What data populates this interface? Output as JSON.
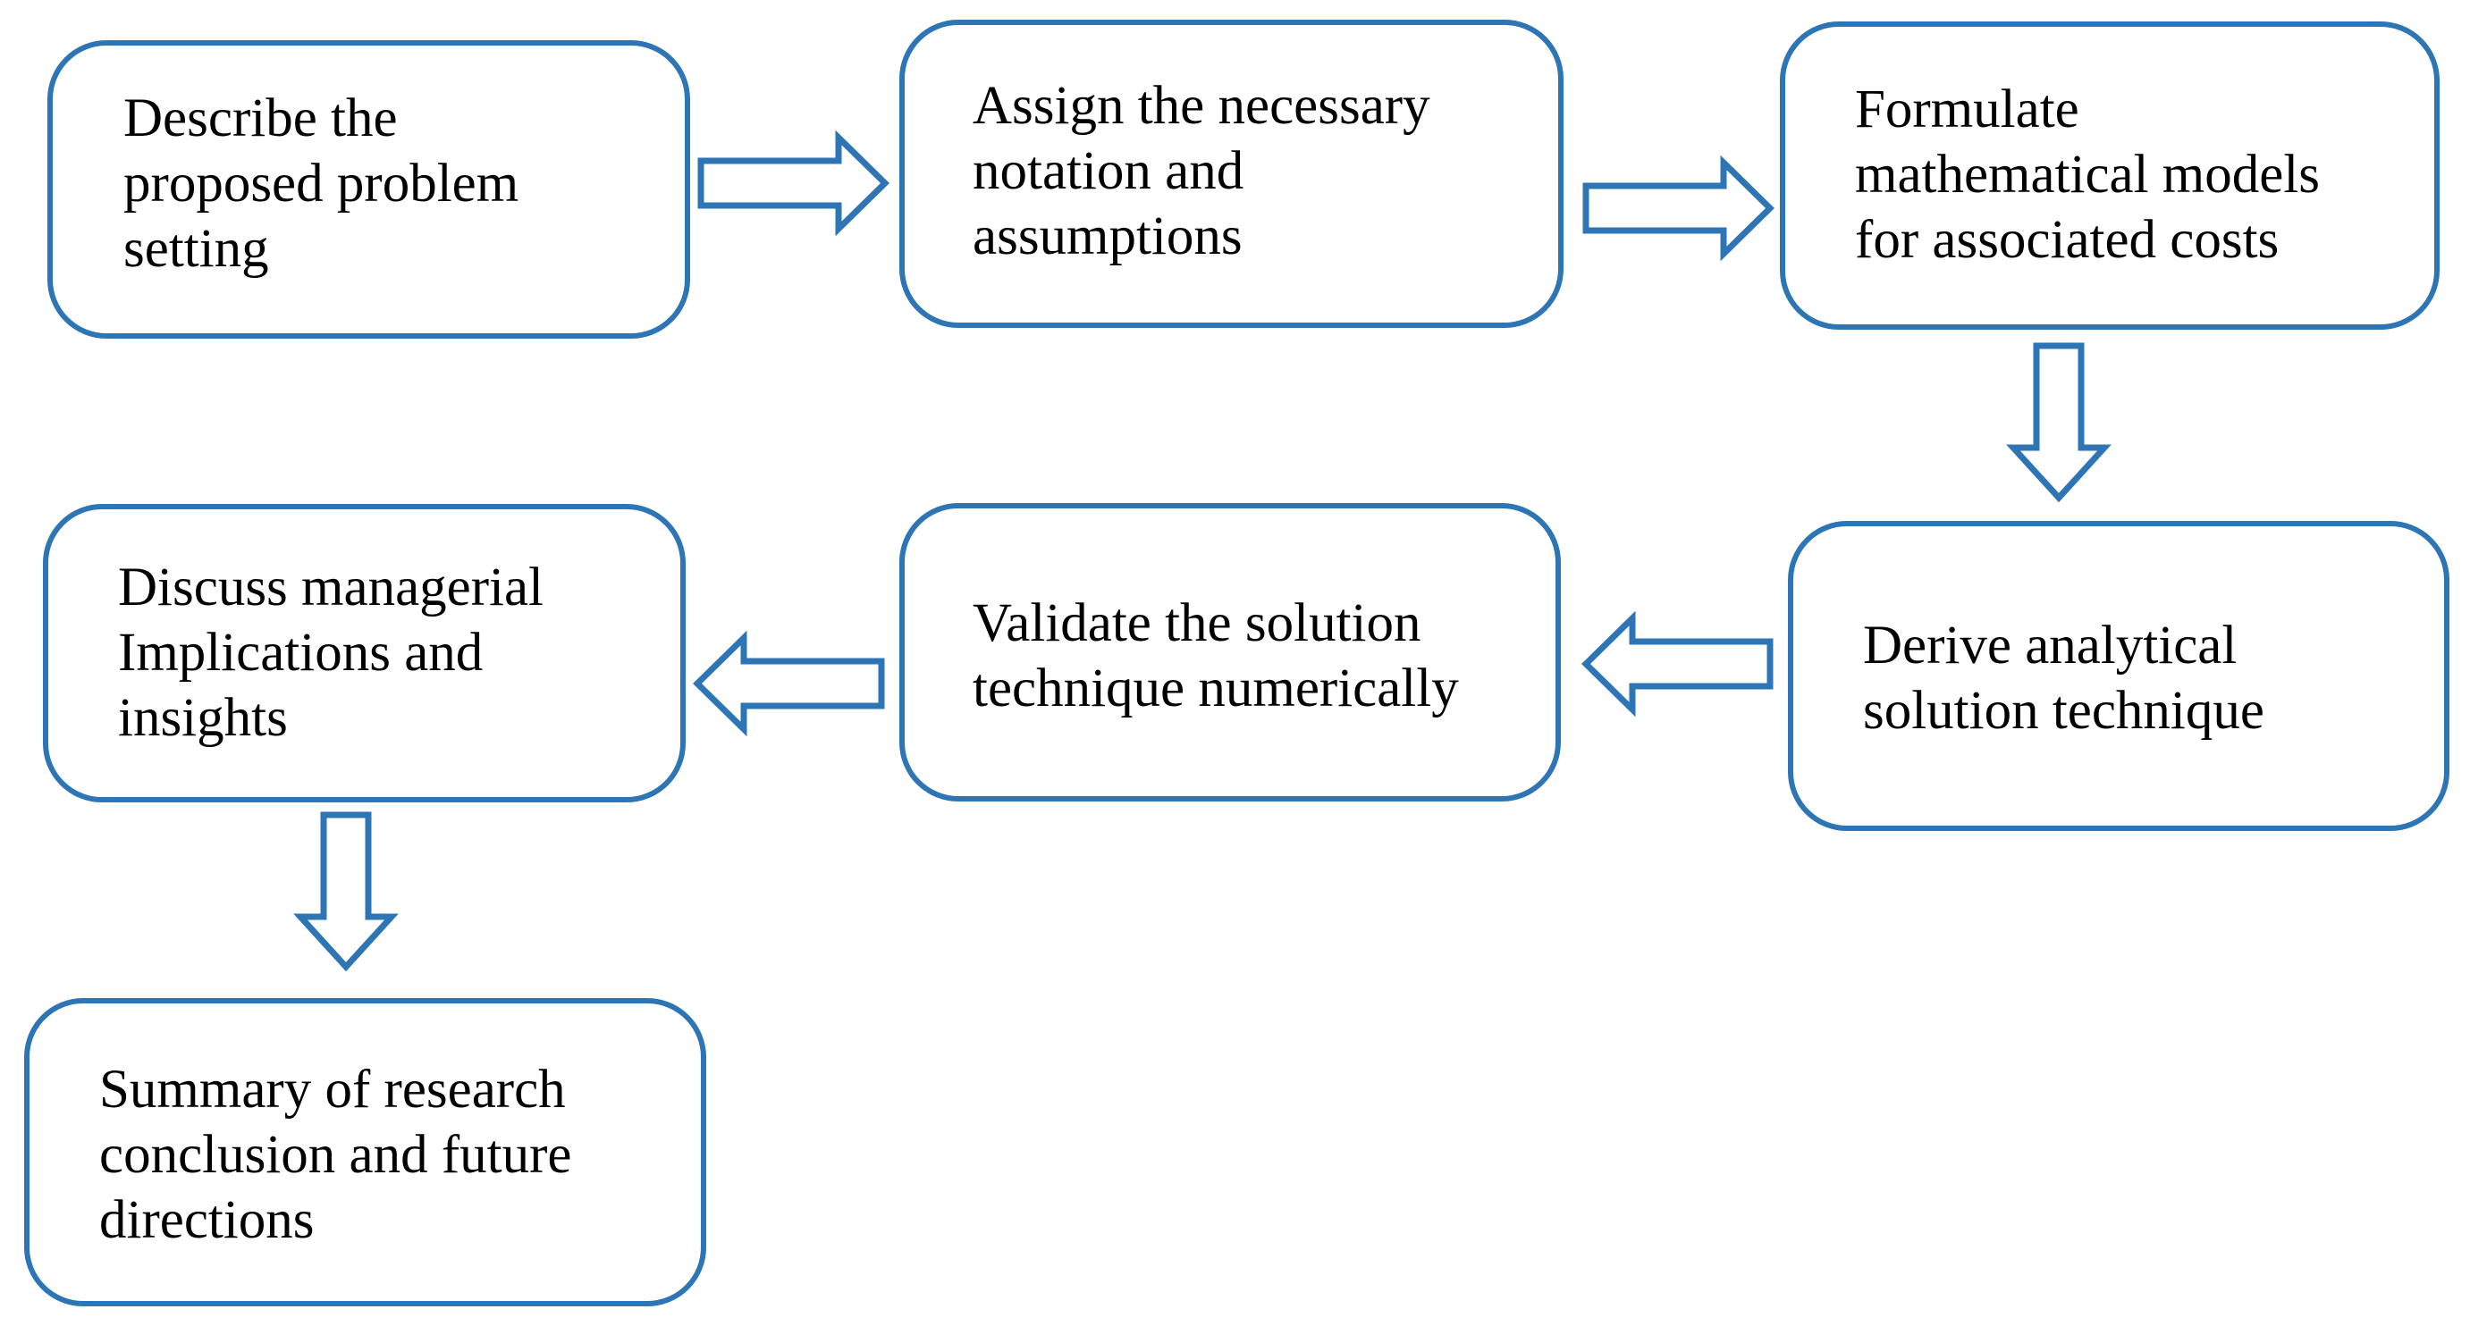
{
  "diagram": {
    "colors": {
      "border": "#2e75b6",
      "arrow_fill": "#ffffff",
      "text": "#000000",
      "background": "#ffffff"
    },
    "steps": [
      {
        "id": "describe",
        "lines": [
          "Describe the",
          "proposed problem",
          "setting"
        ]
      },
      {
        "id": "assign",
        "lines": [
          "Assign the necessary",
          "notation and",
          "assumptions"
        ]
      },
      {
        "id": "formulate",
        "lines": [
          "Formulate",
          "mathematical models",
          "for associated costs"
        ]
      },
      {
        "id": "derive",
        "lines": [
          "Derive analytical",
          "solution technique"
        ]
      },
      {
        "id": "validate",
        "lines": [
          "Validate the solution",
          "technique numerically"
        ]
      },
      {
        "id": "discuss",
        "lines": [
          "Discuss managerial",
          "Implications and",
          "insights"
        ]
      },
      {
        "id": "summary",
        "lines": [
          "Summary of research",
          "conclusion and future",
          "directions"
        ]
      }
    ],
    "connections": [
      {
        "from": "describe",
        "to": "assign",
        "direction": "right"
      },
      {
        "from": "assign",
        "to": "formulate",
        "direction": "right"
      },
      {
        "from": "formulate",
        "to": "derive",
        "direction": "down"
      },
      {
        "from": "derive",
        "to": "validate",
        "direction": "left"
      },
      {
        "from": "validate",
        "to": "discuss",
        "direction": "left"
      },
      {
        "from": "discuss",
        "to": "summary",
        "direction": "down"
      }
    ]
  }
}
